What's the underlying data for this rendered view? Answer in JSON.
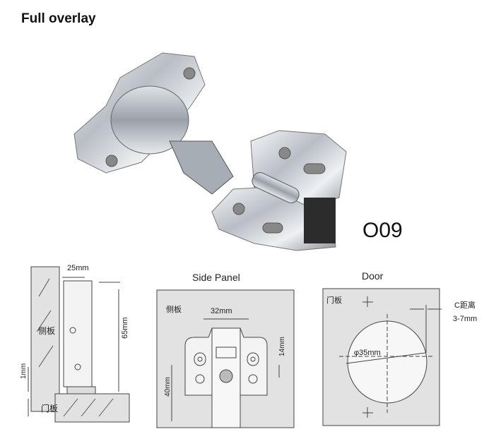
{
  "title": "Full overlay",
  "model": "O09",
  "side_view": {
    "top_width": "25mm",
    "height": "65mm",
    "gap": "1mm",
    "side_panel": "侧板",
    "door_panel": "门板"
  },
  "side_panel_view": {
    "heading": "Side Panel",
    "panel_label": "侧板",
    "hole_spacing": "32mm",
    "vertical_spacing": "14mm",
    "edge_distance": "40mm"
  },
  "door_view": {
    "heading": "Door",
    "panel_label": "门板",
    "c_distance": "C距离",
    "c_range": "3-7mm",
    "cup_diameter": "φ35mm"
  },
  "colors": {
    "panel": "#e2e2e2",
    "line": "#444444",
    "metal": "#c8ccd2"
  }
}
